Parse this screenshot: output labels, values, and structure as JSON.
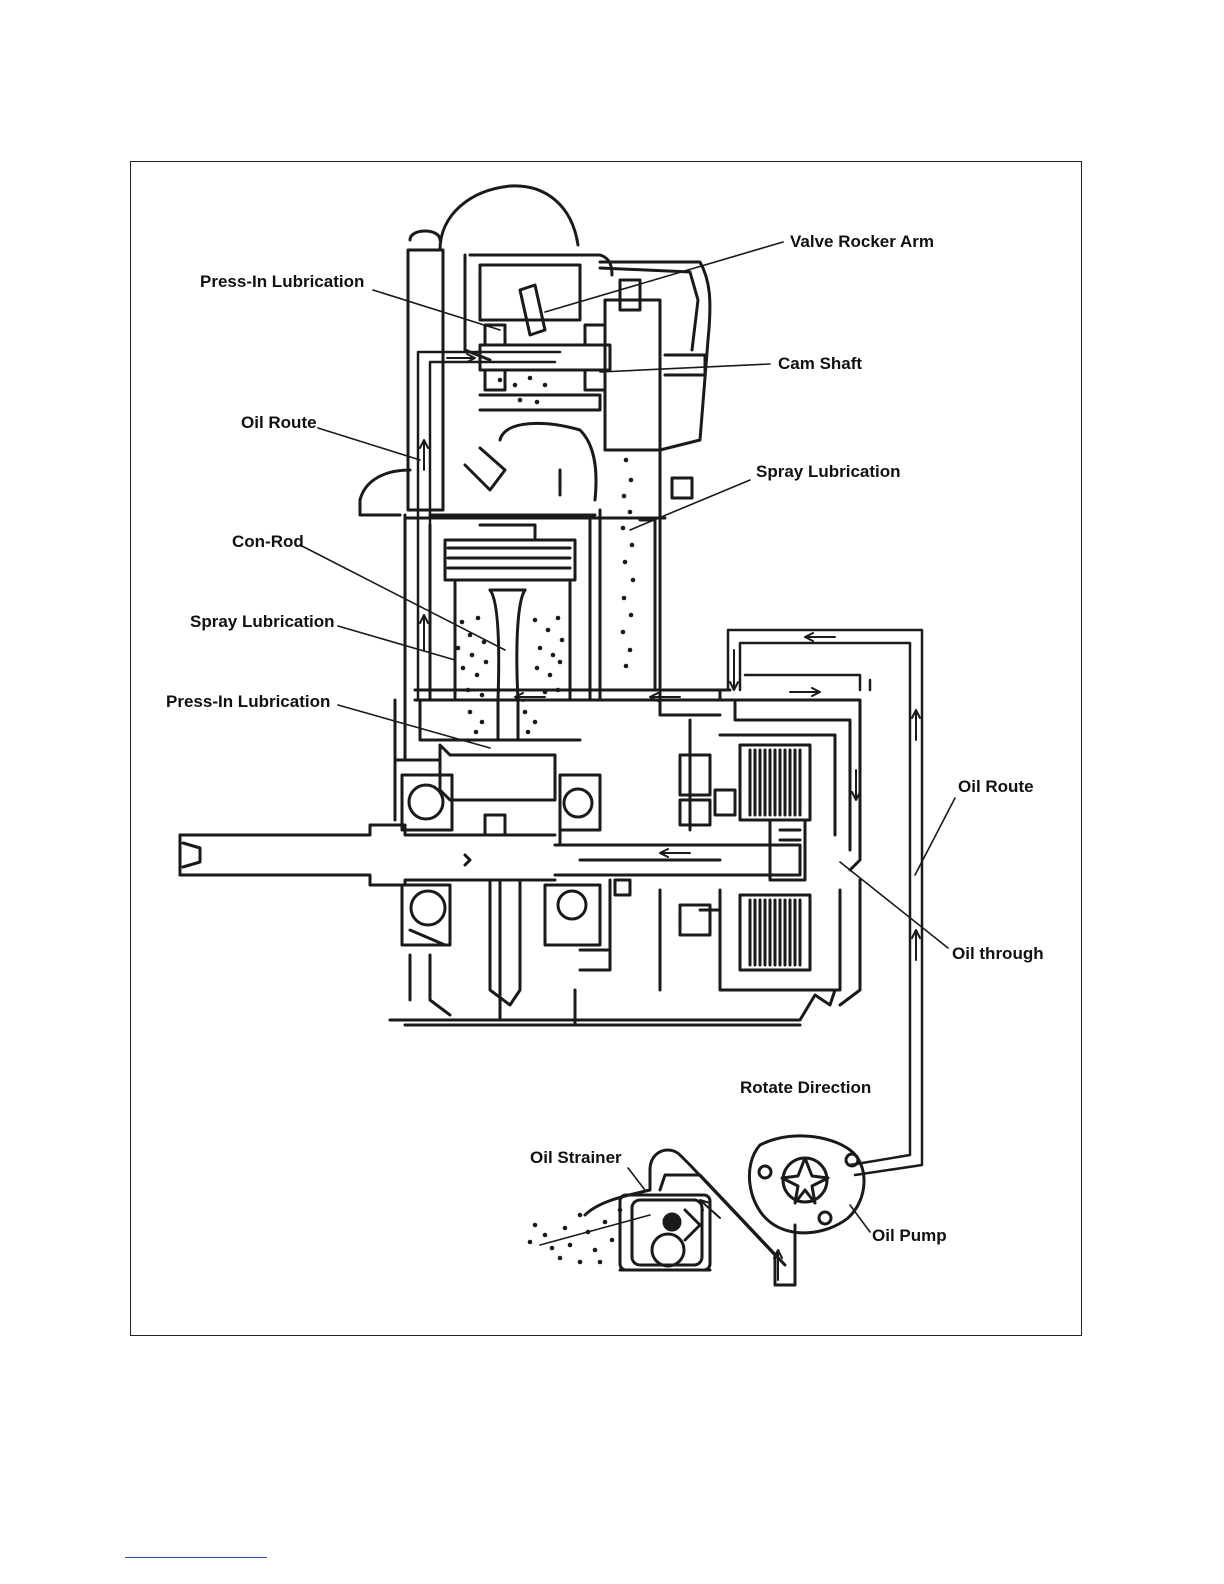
{
  "labels": {
    "valve_rocker_arm": "Valve Rocker Arm",
    "press_in_lubrication_top": "Press-In Lubrication",
    "cam_shaft": "Cam Shaft",
    "oil_route_left": "Oil Route",
    "spray_lubrication_right": "Spray Lubrication",
    "con_rod": "Con-Rod",
    "spray_lubrication_left": "Spray Lubrication",
    "press_in_lubrication_bottom": "Press-In Lubrication",
    "oil_route_right": "Oil Route",
    "oil_through": "Oil through",
    "rotate_direction": "Rotate Direction",
    "oil_strainer": "Oil Strainer",
    "oil_pump": "Oil Pump"
  },
  "colors": {
    "line": "#1a1a1a",
    "footnote_rule": "#2b4fa8"
  }
}
